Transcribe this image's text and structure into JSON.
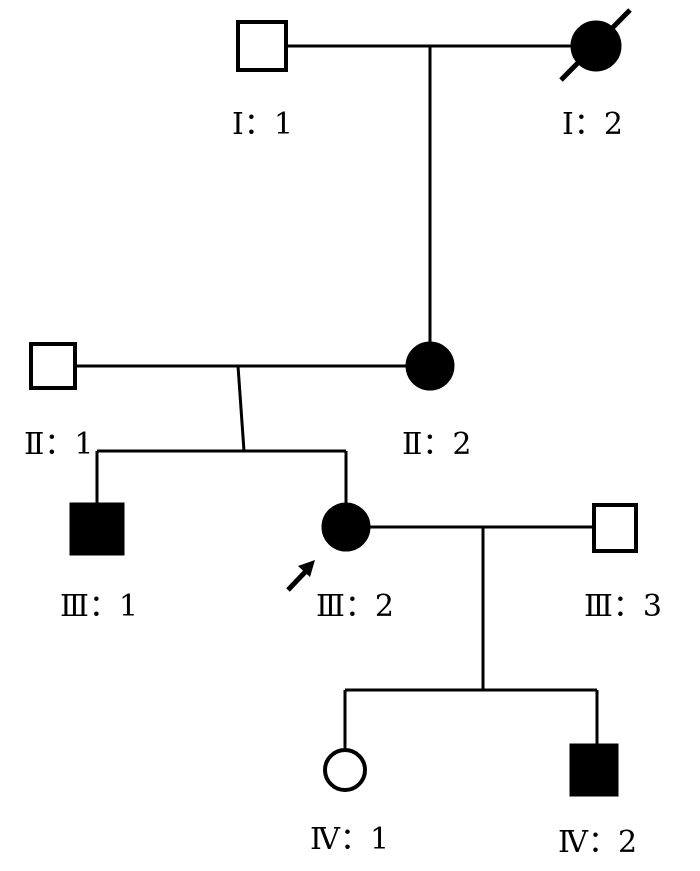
{
  "pedigree": {
    "colors": {
      "line": "#000000",
      "affected": "#000000",
      "unaffected": "#ffffff"
    },
    "individuals": [
      {
        "id": "I-1",
        "label": "Ⅰ：1",
        "sex": "male",
        "affected": false,
        "deceased": false,
        "proband": false
      },
      {
        "id": "I-2",
        "label": "Ⅰ：2",
        "sex": "female",
        "affected": true,
        "deceased": true,
        "proband": false
      },
      {
        "id": "II-1",
        "label": "Ⅱ：1",
        "sex": "male",
        "affected": false,
        "deceased": false,
        "proband": false
      },
      {
        "id": "II-2",
        "label": "Ⅱ：2",
        "sex": "female",
        "affected": true,
        "deceased": false,
        "proband": false
      },
      {
        "id": "III-1",
        "label": "Ⅲ：1",
        "sex": "male",
        "affected": true,
        "deceased": false,
        "proband": false
      },
      {
        "id": "III-2",
        "label": "Ⅲ：2",
        "sex": "female",
        "affected": true,
        "deceased": false,
        "proband": true
      },
      {
        "id": "III-3",
        "label": "Ⅲ：3",
        "sex": "male",
        "affected": false,
        "deceased": false,
        "proband": false
      },
      {
        "id": "IV-1",
        "label": "Ⅳ：1",
        "sex": "female",
        "affected": false,
        "deceased": false,
        "proband": false
      },
      {
        "id": "IV-2",
        "label": "Ⅳ：2",
        "sex": "male",
        "affected": true,
        "deceased": false,
        "proband": false
      }
    ],
    "matings": [
      {
        "partners": [
          "I-1",
          "I-2"
        ],
        "children": [
          "II-2"
        ]
      },
      {
        "partners": [
          "II-1",
          "II-2"
        ],
        "children": [
          "III-1",
          "III-2"
        ]
      },
      {
        "partners": [
          "III-2",
          "III-3"
        ],
        "children": [
          "IV-1",
          "IV-2"
        ]
      }
    ]
  }
}
